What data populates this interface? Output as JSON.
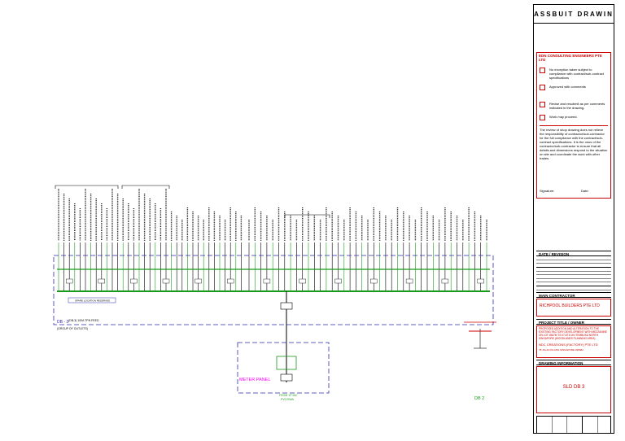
{
  "title_block": {
    "title": "ASSBUIT DRAWIN",
    "consultant": "EDN CONSULTING ENGINEERS PTE LTD",
    "checks": [
      "No exception taken subject to compliance with contract/sub-contract specifications",
      "Approved with comments",
      "Revise and resubmit as per comments indicated in the drawing.",
      "Work may proceed."
    ],
    "disclaimer": "The review of shop drawing does not relieve the responsibility of contractor/sub-contractor for the full compliance with the contract/sub-contract specifications. It is the onus of the contractor/sub-contractor to ensure that all details and dimensions respond to the situation on site and coordinate the work with other trades.",
    "signature_label": "Signature:",
    "date_label": "Date:",
    "revision_header": "DATE / REVISION",
    "main_contractor_header": "MAIN CONTRACTOR",
    "main_contractor": "RICHPOOL BUILDERS PTE LTD",
    "project_header": "PROJECT TITLE / OWNER",
    "project_title": "PROPOSED ADDITION AND ALTERATION TO THE EXISTING FACTORY DEVELOPMENT WITH MEZZANINE ON LOT 4567M TS 07 AT 8 JIN TEMBUSU NORTH SINGAPORE (WOODLANDS PLANNING AREA)",
    "owner": "NDC CREATIONS (FACTORY) PTE LTD",
    "owner_sub": "78 JALAN KILANG SINGAPORE 338082",
    "drawing_info_header": "DRAWING INFORMATION",
    "drawing_no": "SLD DB 3"
  },
  "drawing": {
    "db_label": "DB - 3",
    "db2_label": "DB 2",
    "meter_panel": "METER PANEL",
    "legend_note": "SPARE LOCATION RESERVED",
    "bottom_note": "FROM 1P INC",
    "bottom_note2": "PVC/SWA",
    "note_left": "(DB-3) 100A TPN FEED",
    "group_note": "(GROUP OF OUTLETS)"
  }
}
